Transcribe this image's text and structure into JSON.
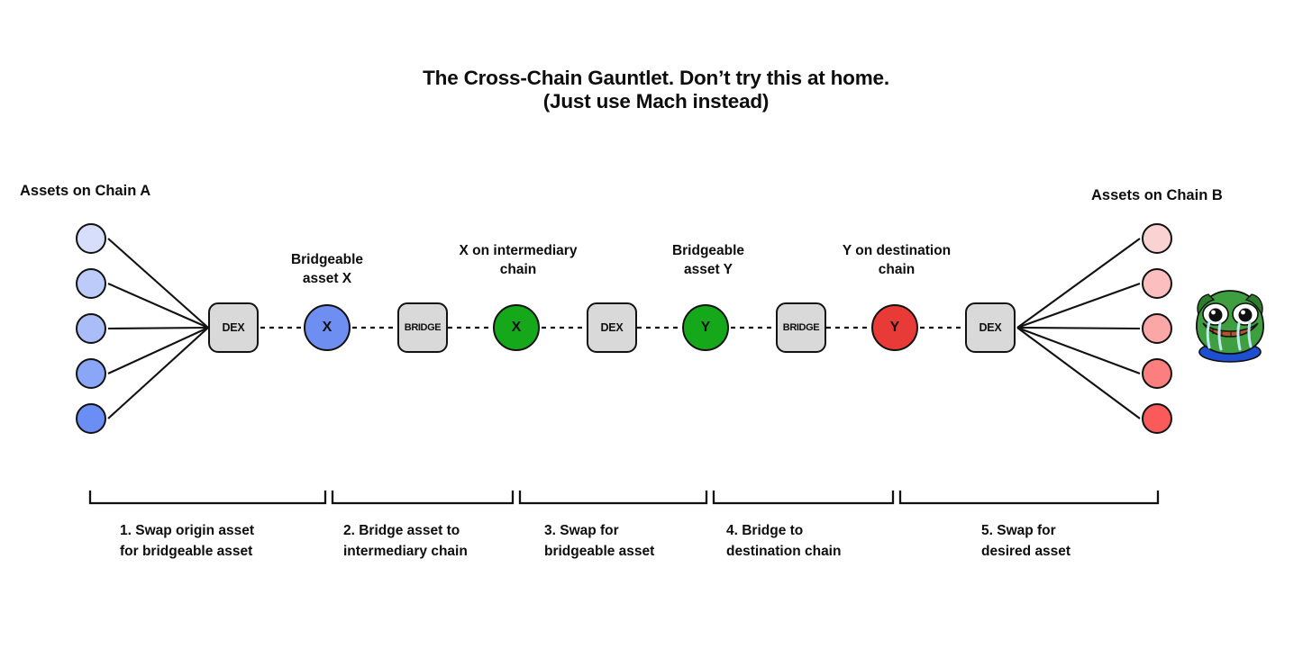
{
  "title": {
    "line1": "The Cross-Chain Gauntlet. Don’t try this at home.",
    "line2": "(Just use Mach instead)"
  },
  "chain_a": {
    "label": "Assets on Chain A",
    "assets": [
      {
        "name": "asset-a-1",
        "color": "#d6defb"
      },
      {
        "name": "asset-a-2",
        "color": "#bccbf9"
      },
      {
        "name": "asset-a-3",
        "color": "#aabdf8"
      },
      {
        "name": "asset-a-4",
        "color": "#8aa6f7"
      },
      {
        "name": "asset-a-5",
        "color": "#6b8ef5"
      }
    ]
  },
  "chain_b": {
    "label": "Assets on Chain B",
    "assets": [
      {
        "name": "asset-b-1",
        "color": "#fbd2d2"
      },
      {
        "name": "asset-b-2",
        "color": "#fcbebe"
      },
      {
        "name": "asset-b-3",
        "color": "#fba7a7"
      },
      {
        "name": "asset-b-4",
        "color": "#fb7f7f"
      },
      {
        "name": "asset-b-5",
        "color": "#fa5a5a"
      }
    ]
  },
  "pipeline": [
    {
      "id": "dex-1",
      "kind": "process",
      "label": "DEX",
      "caption": ""
    },
    {
      "id": "token-x-a",
      "kind": "token",
      "label": "X",
      "caption": "Bridgeable\nasset X",
      "color": "#6e8ef2"
    },
    {
      "id": "bridge-1",
      "kind": "process",
      "label": "BRIDGE",
      "caption": ""
    },
    {
      "id": "token-x-i",
      "kind": "token",
      "label": "X",
      "caption": "X on intermediary\nchain",
      "color": "#15a81b"
    },
    {
      "id": "dex-2",
      "kind": "process",
      "label": "DEX",
      "caption": ""
    },
    {
      "id": "token-y-i",
      "kind": "token",
      "label": "Y",
      "caption": "Bridgeable\nasset Y",
      "color": "#15a81b"
    },
    {
      "id": "bridge-2",
      "kind": "process",
      "label": "BRIDGE",
      "caption": ""
    },
    {
      "id": "token-y-d",
      "kind": "token",
      "label": "Y",
      "caption": "Y on destination\nchain",
      "color": "#e83a36"
    },
    {
      "id": "dex-3",
      "kind": "process",
      "label": "DEX",
      "caption": ""
    }
  ],
  "captions": {
    "x_bridgeable": "Bridgeable\nasset X",
    "x_intermediary": "X on intermediary\nchain",
    "y_bridgeable": "Bridgeable\nasset Y",
    "y_destination": "Y on destination\nchain"
  },
  "steps": [
    {
      "number": "1.",
      "text": "1. Swap origin asset\n    for bridgeable asset"
    },
    {
      "number": "2.",
      "text": "2. Bridge asset to\n    intermediary chain"
    },
    {
      "number": "3.",
      "text": "3. Swap for\n    bridgeable asset"
    },
    {
      "number": "4.",
      "text": "4. Bridge to\n    destination chain"
    },
    {
      "number": "5.",
      "text": "5. Swap for\n    desired asset"
    }
  ],
  "mascot": {
    "name": "crying-pepe",
    "body_color": "#3f9e3f",
    "collar_color": "#1d4fd0",
    "mouth_color": "#b5542b",
    "tear_color": "#bfe8f5"
  }
}
